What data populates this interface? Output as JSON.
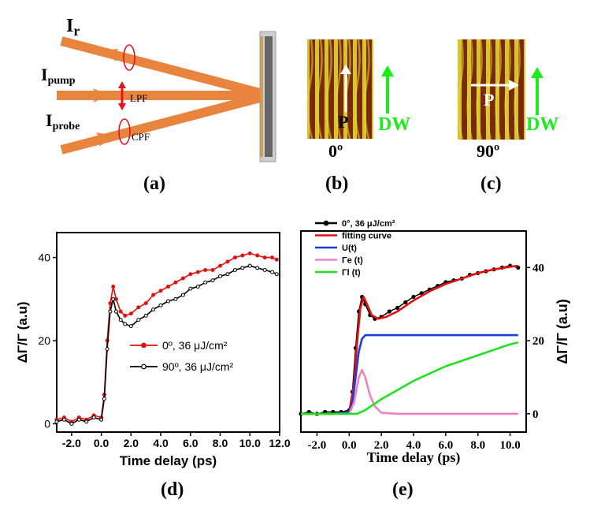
{
  "figure": {
    "panel_a": {
      "label": "(a)",
      "beam_r_letter": "I",
      "beam_r_sub": "r",
      "beam_pump_letter": "I",
      "beam_pump_sub": "pump",
      "beam_probe_letter": "I",
      "beam_probe_sub": "probe",
      "filter_lpf": "LPF",
      "filter_cpf": "CPF",
      "beam_color": "#e8843e",
      "marker_color": "#e8111e"
    },
    "panel_b": {
      "label": "(b)",
      "angle": "0º",
      "p_label": "P",
      "dw_label": "DW"
    },
    "panel_c": {
      "label": "(c)",
      "angle": "90º",
      "p_label": "P",
      "dw_label": "DW"
    },
    "panel_d": {
      "label": "(d)"
    },
    "panel_e": {
      "label": "(e)"
    },
    "dw_color": "#19ee19",
    "p_color": "#ffffff"
  },
  "chart_data": [
    {
      "type": "line",
      "panel": "(d)",
      "xlabel": "Time delay (ps)",
      "ylabel": "ΔΓ/Γ (a.u)",
      "xlim": [
        -3,
        12
      ],
      "ylim": [
        -2,
        46
      ],
      "xticks": [
        -2,
        0,
        2,
        4,
        6,
        8,
        10,
        12
      ],
      "xtick_labels": [
        "-2.0",
        "0.0",
        "2.0",
        "4.0",
        "6.0",
        "8.0",
        "10.0",
        "12.0"
      ],
      "yticks": [
        0,
        20,
        40
      ],
      "ytick_labels": [
        "0",
        "20",
        "40"
      ],
      "legend": "center-right",
      "series": [
        {
          "name": "0º,   36 μJ/cm²",
          "color": "#e01010",
          "x": [
            -3,
            -2.5,
            -2,
            -1.5,
            -1,
            -0.5,
            0,
            0.2,
            0.4,
            0.6,
            0.8,
            1.0,
            1.3,
            1.6,
            2,
            2.5,
            3,
            3.5,
            4,
            4.5,
            5,
            5.5,
            6,
            6.5,
            7,
            7.5,
            8,
            8.5,
            9,
            9.5,
            10,
            10.5,
            11,
            11.5,
            11.8
          ],
          "y": [
            1,
            1.5,
            0.5,
            1.5,
            1,
            2,
            1.5,
            7,
            20,
            29,
            33,
            30,
            27,
            26,
            26.5,
            28,
            29,
            31,
            32,
            33,
            34,
            35,
            36,
            36.5,
            37,
            37,
            38,
            39,
            40,
            40.5,
            41,
            40.5,
            40,
            40,
            39.5
          ]
        },
        {
          "name": "90º,  36 μJ/cm²",
          "color": "#000000",
          "x": [
            -3,
            -2.5,
            -2,
            -1.5,
            -1,
            -0.5,
            0,
            0.2,
            0.4,
            0.6,
            0.8,
            1.0,
            1.3,
            1.6,
            2,
            2.5,
            3,
            3.5,
            4,
            4.5,
            5,
            5.5,
            6,
            6.5,
            7,
            7.5,
            8,
            8.5,
            9,
            9.5,
            10,
            10.5,
            11,
            11.5,
            11.8
          ],
          "y": [
            0.5,
            1,
            0,
            1,
            0.5,
            1.5,
            1,
            6,
            18,
            27,
            30,
            27,
            25,
            24,
            23.5,
            25,
            26,
            27.5,
            28.5,
            29.5,
            30,
            31,
            32.5,
            33,
            34,
            34.5,
            35.5,
            36,
            37,
            37.5,
            38,
            37.5,
            37,
            36.5,
            36
          ]
        }
      ]
    },
    {
      "type": "line",
      "panel": "(e)",
      "xlabel": "Time delay (ps)",
      "ylabel": "ΔΓ/Γ (a.u)",
      "xlim": [
        -3,
        11
      ],
      "ylim": [
        -5,
        50
      ],
      "xticks": [
        -2,
        0,
        2,
        4,
        6,
        8,
        10
      ],
      "xtick_labels": [
        "-2.0",
        "0.0",
        "2.0",
        "4.0",
        "6.0",
        "8.0",
        "10.0"
      ],
      "yticks": [
        0,
        20,
        40
      ],
      "ytick_labels": [
        "0",
        "20",
        "40"
      ],
      "yaxis_side": "right",
      "legend": "top-left",
      "series": [
        {
          "name": "0°, 36 μJ/cm²",
          "color": "#000000",
          "style": "markers",
          "x": [
            -3,
            -2.5,
            -2,
            -1.5,
            -1,
            -0.5,
            0,
            0.2,
            0.4,
            0.6,
            0.8,
            1.0,
            1.3,
            1.6,
            2,
            2.5,
            3,
            3.5,
            4,
            4.5,
            5,
            5.5,
            6,
            6.5,
            7,
            7.5,
            8,
            8.5,
            9,
            9.5,
            10,
            10.5
          ],
          "y": [
            0,
            0.5,
            0,
            0.5,
            0.5,
            0.5,
            1,
            6,
            18,
            28,
            32,
            30,
            27,
            26,
            26.5,
            28,
            29,
            30.5,
            32,
            33,
            34,
            35,
            36,
            36.5,
            37,
            38,
            38.5,
            39,
            39.5,
            40,
            40.5,
            40
          ]
        },
        {
          "name": "fitting curve",
          "color": "#e01010",
          "x": [
            -3,
            -2,
            -1,
            0,
            0.3,
            0.5,
            0.7,
            0.9,
            1.1,
            1.4,
            1.8,
            2.3,
            3,
            4,
            5,
            6,
            7,
            8,
            9,
            10,
            10.5
          ],
          "y": [
            0,
            0,
            0,
            0.5,
            8,
            20,
            29,
            32,
            30,
            27,
            26,
            26.5,
            28,
            31,
            33.5,
            35.5,
            37,
            38.5,
            39.5,
            40.2,
            40.5
          ]
        },
        {
          "name": "U(t)",
          "color": "#1a3de0",
          "x": [
            -3,
            -1,
            0,
            0.2,
            0.4,
            0.6,
            0.8,
            1.0,
            1.2,
            2,
            4,
            6,
            8,
            10,
            10.5
          ],
          "y": [
            0,
            0,
            0.5,
            3,
            10,
            17,
            20.5,
            21.5,
            21.5,
            21.5,
            21.5,
            21.5,
            21.5,
            21.5,
            21.5
          ]
        },
        {
          "name": "Γe (t)",
          "color": "#f080c0",
          "x": [
            -3,
            -1,
            0,
            0.3,
            0.6,
            0.8,
            1.0,
            1.3,
            1.6,
            2,
            3,
            5,
            8,
            10.5
          ],
          "y": [
            0,
            0,
            0,
            3,
            10,
            12,
            10,
            5,
            2,
            0.3,
            0,
            0,
            0,
            0
          ]
        },
        {
          "name": "Γl (t)",
          "color": "#20e020",
          "x": [
            -3,
            -1,
            0,
            0.5,
            1,
            2,
            3,
            4,
            5,
            6,
            7,
            8,
            9,
            10,
            10.5
          ],
          "y": [
            0,
            0,
            0,
            0,
            1,
            4,
            6.5,
            9,
            11,
            13,
            14.5,
            16,
            17.5,
            19,
            19.5
          ]
        }
      ]
    }
  ]
}
